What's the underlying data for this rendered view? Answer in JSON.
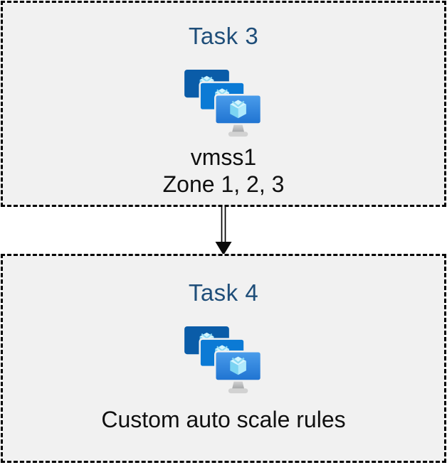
{
  "page": {
    "background": "#ffffff",
    "box_fill": "#f1f1f1",
    "box_border_color": "#000000",
    "title_color": "#1f4e79",
    "label_color": "#101010"
  },
  "nodes": [
    {
      "id": "task-3",
      "title": "Task 3",
      "icon": "vm-scale-set-icon",
      "labels": [
        "vmss1",
        "Zone 1, 2, 3"
      ]
    },
    {
      "id": "task-4",
      "title": "Task 4",
      "icon": "vm-scale-set-icon",
      "labels": [
        "Custom auto scale rules"
      ]
    }
  ],
  "connector": {
    "type": "double-line-arrow",
    "direction": "down",
    "from": "task-3",
    "to": "task-4",
    "color": "#000000"
  },
  "icon_colors": {
    "monitor_back": "#0a5ca8",
    "monitor_middle": "#0b7ad5",
    "monitor_front_top": "#4b9deb",
    "monitor_front_bottom": "#1f73d1",
    "cube_top": "#d2f5ff",
    "cube_left": "#7cd4f2",
    "cube_right": "#b0eafc",
    "stand_top": "#e3e3e3",
    "stand_bottom": "#9fa0a2"
  }
}
